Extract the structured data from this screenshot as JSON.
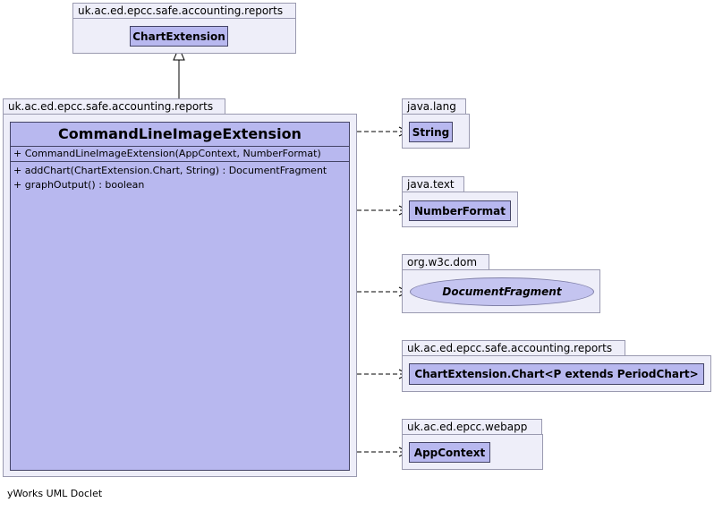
{
  "superclass": {
    "package": "uk.ac.ed.epcc.safe.accounting.reports",
    "class": "ChartExtension"
  },
  "main": {
    "package": "uk.ac.ed.epcc.safe.accounting.reports",
    "class": "CommandLineImageExtension",
    "constructor": "+  CommandLineImageExtension(AppContext, NumberFormat)",
    "methods": [
      "+  addChart(ChartExtension.Chart, String) : DocumentFragment",
      "+  graphOutput() : boolean"
    ]
  },
  "dependencies": [
    {
      "package": "java.lang",
      "class": "String"
    },
    {
      "package": "java.text",
      "class": "NumberFormat"
    },
    {
      "package": "org.w3c.dom",
      "class": "DocumentFragment"
    },
    {
      "package": "uk.ac.ed.epcc.safe.accounting.reports",
      "class": "ChartExtension.Chart<P extends PeriodChart>"
    },
    {
      "package": "uk.ac.ed.epcc.webapp",
      "class": "AppContext"
    }
  ],
  "footer": "yWorks UML Doclet"
}
